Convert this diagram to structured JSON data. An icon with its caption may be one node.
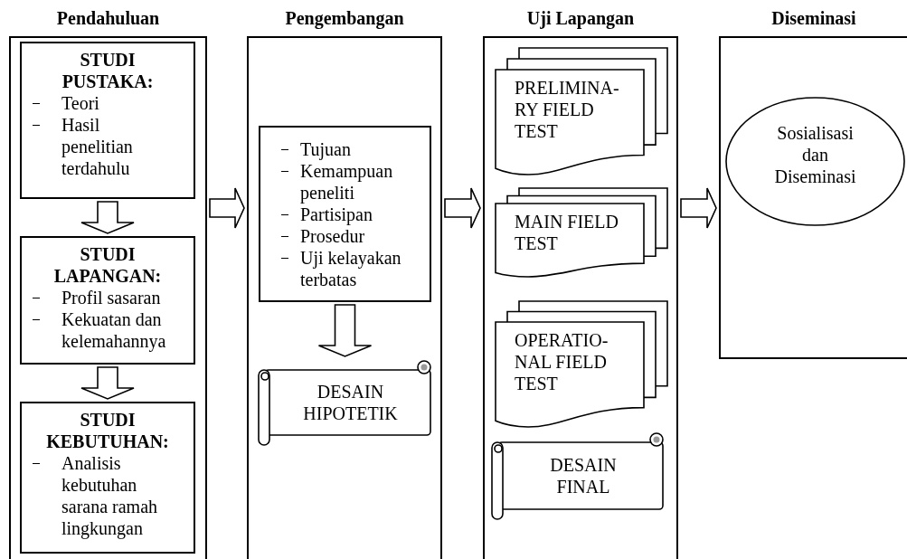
{
  "diagram": {
    "nodes": [
      {
        "text": [
          "Pendahuluan"
        ]
      },
      {
        "text": [
          "STUDI PUSTAKA:",
          "Teori",
          "Hasil penelitian terdahulu"
        ],
        "in": 0
      },
      {
        "text": [
          "STUDI LAPANGAN:",
          "Profil sasaran",
          "Kekuatan dan kelemahannya"
        ],
        "in": 0
      },
      {
        "text": [
          "STUDI KEBUTUHAN:",
          "Analisis kebutuhan sarana ramah lingkungan"
        ],
        "in": 0
      },
      {
        "text": [
          "Pengembangan"
        ]
      },
      {
        "text": [
          "Tujuan",
          "Kemampuan peneliti",
          "Partisipan",
          "Prosedur",
          "Uji kelayakan terbatas"
        ],
        "in": 4
      },
      {
        "text": [
          "DESAIN HIPOTETIK"
        ],
        "in": 4
      },
      {
        "text": [
          "Uji Lapangan"
        ]
      },
      {
        "text": [
          "PRELIMINA-RY FIELD TEST"
        ],
        "in": 7
      },
      {
        "text": [
          "MAIN FIELD TEST"
        ],
        "in": 7
      },
      {
        "text": [
          "OPERATIO-NAL FIELD TEST"
        ],
        "in": 7
      },
      {
        "text": [
          "DESAIN FINAL"
        ],
        "in": 7
      },
      {
        "text": [
          "Diseminasi"
        ]
      },
      {
        "text": [
          "Sosialisasi dan Diseminasi"
        ],
        "in": 12
      }
    ],
    "edges": [
      {
        "from": 1,
        "to": 2,
        "arrow": "to"
      },
      {
        "from": 2,
        "to": 3,
        "arrow": "to"
      },
      {
        "from": 0,
        "to": 4,
        "arrow": "to"
      },
      {
        "from": 5,
        "to": 6,
        "arrow": "to"
      },
      {
        "from": 4,
        "to": 7,
        "arrow": "to"
      },
      {
        "from": 7,
        "to": 12,
        "arrow": "to"
      }
    ]
  }
}
